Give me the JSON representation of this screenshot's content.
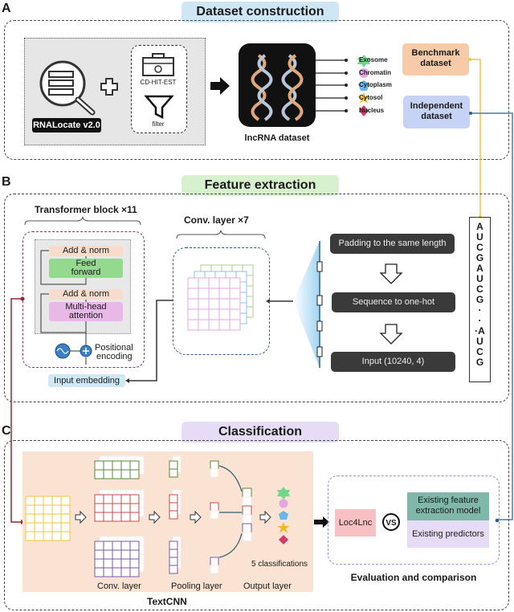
{
  "panels": {
    "a": {
      "letter": "A",
      "title": "Dataset construction",
      "title_color": "#cfe6f4",
      "source_db": "RNALocate v2.0",
      "tools": {
        "dedup": "CD-HIT-EST",
        "filter": "filter"
      },
      "dataset_label": "lncRNA dataset",
      "locations": [
        {
          "name": "Exosome",
          "icon": "star6-icon",
          "color": "#6fd88a"
        },
        {
          "name": "Chromatin",
          "icon": "circle-icon",
          "color": "#e2a6e0"
        },
        {
          "name": "Cytoplasm",
          "icon": "pentagon-icon",
          "color": "#6ab6e8"
        },
        {
          "name": "Cytosol",
          "icon": "star5-icon",
          "color": "#f3b922"
        },
        {
          "name": "Nucleus",
          "icon": "diamond-icon",
          "color": "#d43a6a"
        }
      ],
      "benchmark": {
        "line1": "Benchmark",
        "line2": "dataset",
        "color": "#f7cba8"
      },
      "independent": {
        "line1": "Independent",
        "line2": "dataset",
        "color": "#c6d3f4"
      }
    },
    "b": {
      "letter": "B",
      "title": "Feature extraction",
      "title_color": "#d7f0cd",
      "transformer_label": "Transformer block ×11",
      "add_norm": "Add & norm",
      "feed_forward": {
        "line1": "Feed",
        "line2": "forward"
      },
      "attention": {
        "line1": "Multi-head",
        "line2": "attention"
      },
      "positional": {
        "line1": "Positional",
        "line2": "encoding"
      },
      "input_embedding": "Input embedding",
      "conv_label": "Conv. layer ×7",
      "steps": [
        "Padding to the same length",
        "Sequence to one-hot",
        "Input (10240, 4)"
      ],
      "sequence": [
        "A",
        "U",
        "C",
        "G",
        "A",
        "U",
        "C",
        "G",
        "·",
        "·",
        "·A",
        "U",
        "C",
        "G"
      ]
    },
    "c": {
      "letter": "C",
      "title": "Classification",
      "title_color": "#e6dcf5",
      "conv_layer": "Conv. layer",
      "pooling_layer": "Pooling layer",
      "output_layer": "Output layer",
      "classes_label": "5 classifications",
      "textcnn": "TextCNN",
      "model": "Loc4Lnc",
      "vs": "VS",
      "existing_feature": {
        "line1": "Existing feature",
        "line2": "extraction model"
      },
      "existing_predictors": "Existing predictors",
      "eval_label": "Evaluation and comparison"
    }
  }
}
